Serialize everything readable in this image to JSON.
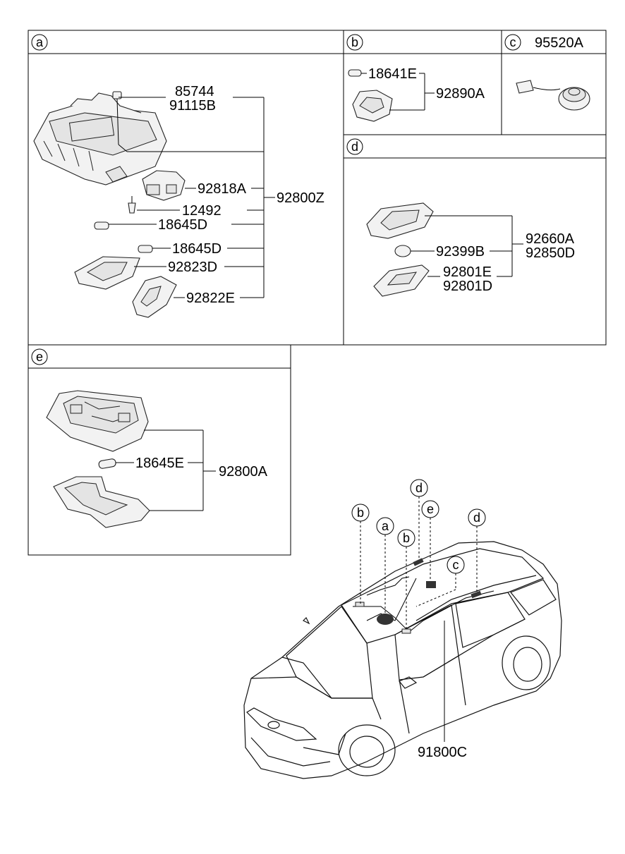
{
  "sections": {
    "a": {
      "tag": "a",
      "parts": [
        "85744",
        "91115B",
        "92818A",
        "12492",
        "18645D",
        "18645D",
        "92823D",
        "92822E"
      ],
      "assembly": "92800Z"
    },
    "b": {
      "tag": "b",
      "parts": [
        "18641E"
      ],
      "assembly": "92890A"
    },
    "c": {
      "tag": "c",
      "header_part": "95520A"
    },
    "d": {
      "tag": "d",
      "parts": [
        "92399B",
        "92801E",
        "92801D"
      ],
      "assembly_top": "92660A",
      "assembly_bottom": "92850D"
    },
    "e": {
      "tag": "e",
      "parts": [
        "18645E"
      ],
      "assembly": "92800A"
    }
  },
  "vehicle": {
    "callouts": [
      "b",
      "a",
      "b",
      "d",
      "e",
      "c",
      "d"
    ],
    "harness": "91800C"
  }
}
